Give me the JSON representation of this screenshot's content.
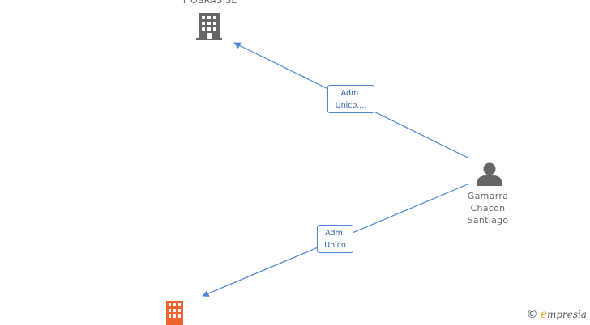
{
  "nodes": {
    "company_top": {
      "label": "Y OBRAS SL",
      "icon": "building-icon",
      "color": "#666666"
    },
    "person": {
      "label_lines": [
        "Gamarra",
        "Chacon",
        "Santiago"
      ],
      "icon": "person-icon",
      "color": "#666666"
    },
    "company_bottom": {
      "label": "",
      "icon": "building-icon",
      "color": "#f0622e"
    }
  },
  "edges": [
    {
      "from": "person",
      "to": "company_top",
      "label_lines": [
        "Adm.",
        "Unico,..."
      ]
    },
    {
      "from": "person",
      "to": "company_bottom",
      "label_lines": [
        "Adm.",
        "Unico"
      ]
    }
  ],
  "colors": {
    "edge": "#4a86d6",
    "edge_label_text": "#2d5fa8"
  },
  "branding": {
    "copyright": "©",
    "first_letter": "e",
    "rest": "mpresia"
  }
}
